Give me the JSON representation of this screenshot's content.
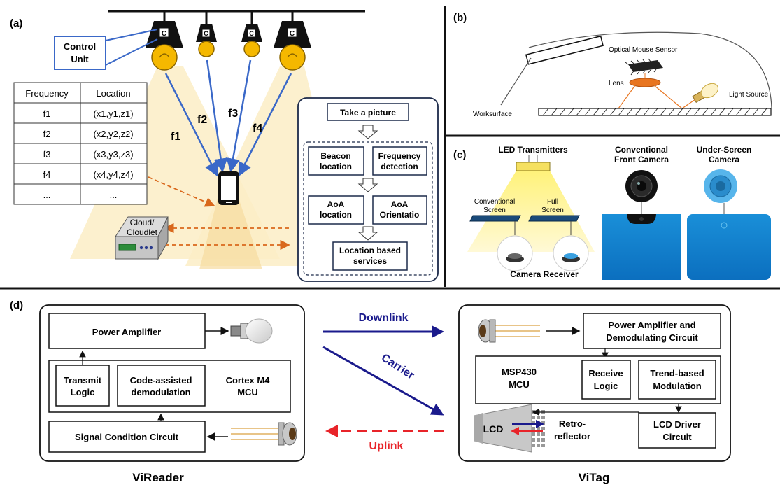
{
  "panel_labels": {
    "a": "(a)",
    "b": "(b)",
    "c": "(c)",
    "d": "(d)"
  },
  "panel_a": {
    "control_unit": [
      "Control",
      "Unit"
    ],
    "lamp_tag": "C",
    "table": {
      "headers": [
        "Frequency",
        "Location"
      ],
      "rows": [
        [
          "f1",
          "(x1,y1,z1)"
        ],
        [
          "f2",
          "(x2,y2,z2)"
        ],
        [
          "f3",
          "(x3,y3,z3)"
        ],
        [
          "f4",
          "(x4,y4,z4)"
        ],
        [
          "...",
          "..."
        ]
      ]
    },
    "freq_labels": [
      "f1",
      "f2",
      "f3",
      "f4"
    ],
    "cloud": [
      "Cloud/",
      "Cloudlet"
    ],
    "flow": {
      "take_picture": "Take a picture",
      "beacon_location": [
        "Beacon",
        "location"
      ],
      "frequency_detection": [
        "Frequency",
        "detection"
      ],
      "aoa_location": [
        "AoA",
        "location"
      ],
      "aoa_orientation": [
        "AoA",
        "Orientatio"
      ],
      "lbs": [
        "Location based",
        "services"
      ]
    }
  },
  "panel_b": {
    "optical_mouse_sensor": "Optical Mouse Sensor",
    "lens": "Lens",
    "light_source": "Light Source",
    "worksurface": "Worksurface"
  },
  "panel_c": {
    "led_transmitters": "LED Transmitters",
    "conventional_screen": [
      "Conventional",
      "Screen"
    ],
    "full_screen": [
      "Full",
      "Screen"
    ],
    "camera_receiver": "Camera Receiver",
    "conventional_front_camera": [
      "Conventional",
      "Front Camera"
    ],
    "under_screen_camera": [
      "Under-Screen",
      "Camera"
    ]
  },
  "panel_d": {
    "vireader": {
      "title": "ViReader",
      "power_amplifier": "Power Amplifier",
      "transmit_logic": [
        "Transmit",
        "Logic"
      ],
      "code_assisted": [
        "Code-assisted",
        "demodulation"
      ],
      "mcu": [
        "Cortex M4",
        "MCU"
      ],
      "signal_condition": "Signal Condition Circuit"
    },
    "vitag": {
      "title": "ViTag",
      "power_amp_demod": [
        "Power Amplifier and",
        "Demodulating Circuit"
      ],
      "mcu": [
        "MSP430",
        "MCU"
      ],
      "receive_logic": [
        "Receive",
        "Logic"
      ],
      "trend_modulation": [
        "Trend-based",
        "Modulation"
      ],
      "lcd": "LCD",
      "retroreflector": [
        "Retro-",
        "reflector"
      ],
      "lcd_driver": [
        "LCD Driver",
        "Circuit"
      ]
    },
    "links": {
      "downlink": "Downlink",
      "carrier": "Carrier",
      "uplink": "Uplink"
    },
    "colors": {
      "downlink": "#1a1a8c",
      "uplink": "#e8242a"
    }
  },
  "colors": {
    "bulb": "#f5b800",
    "beam": "#fbe9c0",
    "arrow_blue": "#3a68c8",
    "dashed_orange": "#d9681c"
  }
}
